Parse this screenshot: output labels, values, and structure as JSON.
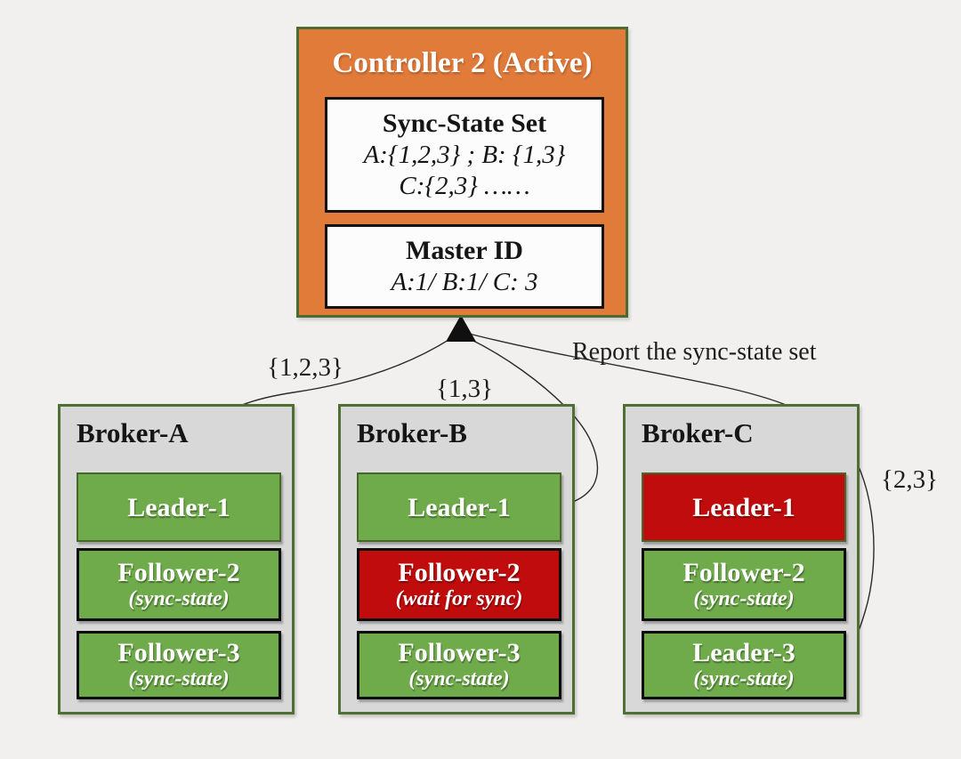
{
  "colors": {
    "canvas-bg": "#F1F0EE",
    "controller-fill": "#E17B3A",
    "controller-border": "#4C6B2F",
    "broker-fill": "#D8D8D8",
    "broker-border": "#4E7032",
    "partition-green": "#6FAA4B",
    "partition-red": "#C00C0C",
    "leader-border": "#45682A",
    "follower-border": "#0D0D0D",
    "inner-box-fill": "#FCFCFC",
    "inner-box-border": "#121212",
    "line-color": "#2B2B2B",
    "text-dark": "#151515",
    "text-white": "#FFFFFF"
  },
  "controller": {
    "title": "Controller 2 (Active)",
    "sync_state": {
      "title": "Sync-State Set",
      "line1": "A:{1,2,3} ; B: {1,3}",
      "line2": "C:{2,3} ……"
    },
    "master_id": {
      "title": "Master ID",
      "line1": "A:1/ B:1/ C: 3"
    }
  },
  "brokers": [
    {
      "name": "Broker-A",
      "partitions": [
        {
          "label": "Leader-1",
          "sub": "",
          "state": "green"
        },
        {
          "label": "Follower-2",
          "sub": "(sync-state)",
          "state": "green"
        },
        {
          "label": "Follower-3",
          "sub": "(sync-state)",
          "state": "green"
        }
      ]
    },
    {
      "name": "Broker-B",
      "partitions": [
        {
          "label": "Leader-1",
          "sub": "",
          "state": "green"
        },
        {
          "label": "Follower-2",
          "sub": "(wait for sync)",
          "state": "red"
        },
        {
          "label": "Follower-3",
          "sub": "(sync-state)",
          "state": "green"
        }
      ]
    },
    {
      "name": "Broker-C",
      "partitions": [
        {
          "label": "Leader-1",
          "sub": "",
          "state": "red"
        },
        {
          "label": "Follower-2",
          "sub": "(sync-state)",
          "state": "green"
        },
        {
          "label": "Leader-3",
          "sub": "(sync-state)",
          "state": "green"
        }
      ]
    }
  ],
  "annotations": {
    "set_a": "{1,2,3}",
    "set_b": "{1,3}",
    "set_c": "{2,3}",
    "report": "Report the sync-state set"
  }
}
